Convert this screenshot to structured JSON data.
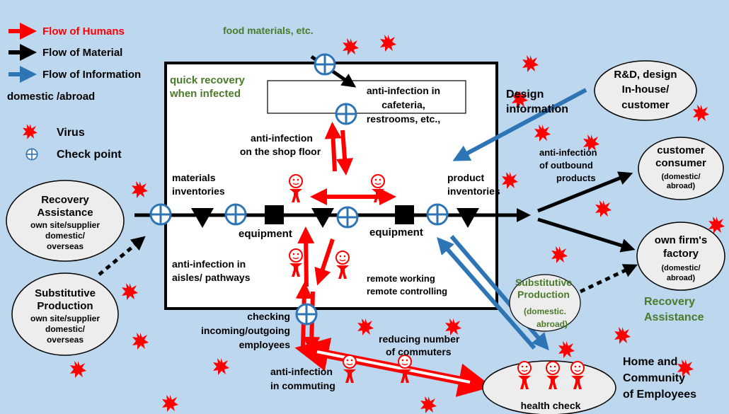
{
  "colors": {
    "background": "#bdd7ee",
    "human": "#ff0000",
    "material": "#000000",
    "information": "#2e75b6",
    "green_text": "#4a7a2a",
    "node_fill": "#ededed"
  },
  "legend": {
    "humans": "Flow of Humans",
    "material": "Flow of Material",
    "information": "Flow of Information",
    "scope": "domestic /abroad",
    "virus": "Virus",
    "check_point": "Check point"
  },
  "labels": {
    "food_materials": "food materials, etc.",
    "quick_recovery_1": "quick recovery",
    "quick_recovery_2": "when infected",
    "cafeteria_1": "anti-infection in",
    "cafeteria_2": "cafeteria,",
    "cafeteria_3": "restrooms, etc.,",
    "shop_floor_1": "anti-infection",
    "shop_floor_2": "on the shop floor",
    "materials_inv_1": "materials",
    "materials_inv_2": "inventories",
    "product_inv_1": "product",
    "product_inv_2": "inventories",
    "equipment_left": "equipment",
    "equipment_right": "equipment",
    "aisles_1": "anti-infection in",
    "aisles_2": "aisles/ pathways",
    "remote_1": "remote working",
    "remote_2": "remote controlling",
    "checking_1": "checking",
    "checking_2": "incoming/outgoing",
    "checking_3": "employees",
    "commute_reduce_1": "reducing number",
    "commute_reduce_2": "of commuters",
    "commuting_1": "anti-infection",
    "commuting_2": "in commuting",
    "design_info_1": "Design",
    "design_info_2": "information",
    "outbound_1": "anti-infection",
    "outbound_2": "of outbound",
    "outbound_3": "products",
    "recovery_right_1": "Recovery",
    "recovery_right_2": "Assistance",
    "home_1": "Home and",
    "home_2": "Community",
    "home_3": "of Employees",
    "health_check": "health check"
  },
  "nodes": {
    "recovery": {
      "title_1": "Recovery",
      "title_2": "Assistance",
      "line_1": "own site/supplier",
      "line_2": "domestic/",
      "line_3": "overseas"
    },
    "substitutive_left": {
      "title_1": "Substitutive",
      "title_2": "Production",
      "line_1": "own site/supplier",
      "line_2": "domestic/",
      "line_3": "overseas"
    },
    "rd": {
      "line_1": "R&D, design",
      "line_2": "In-house/",
      "line_3": "customer"
    },
    "customer": {
      "line_1": "customer",
      "line_2": "consumer",
      "line_3": "(domestic/",
      "line_4": "abroad)"
    },
    "own_factory": {
      "line_1": "own firm's",
      "line_2": "factory",
      "line_3": "(domestic/",
      "line_4": "abroad)"
    },
    "substitutive_right": {
      "line_1": "Substitutive",
      "line_2": "Production",
      "line_3": "(domestic.",
      "line_4": "abroad)"
    }
  }
}
